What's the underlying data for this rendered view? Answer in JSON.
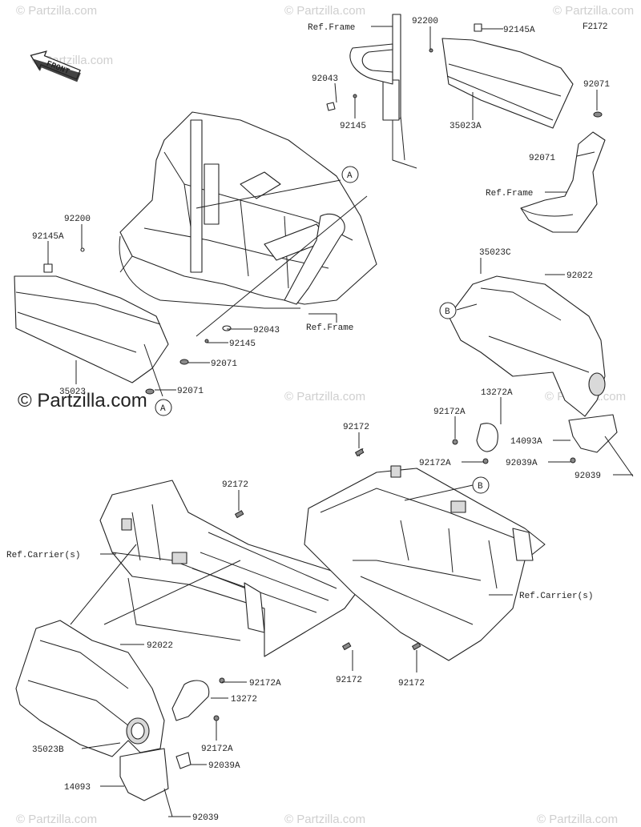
{
  "figure_id": "F2172",
  "brand": "© Partzilla.com",
  "watermark": "© Partzilla.com",
  "front_label": "FRONT",
  "callouts": {
    "A": "A",
    "B": "B"
  },
  "labels": {
    "ref_frame": "Ref.Frame",
    "ref_carriers": "Ref.Carrier(s)",
    "p92200": "92200",
    "p92145A": "92145A",
    "p92043": "92043",
    "p92145": "92145",
    "p35023A": "35023A",
    "p92071": "92071",
    "p35023": "35023",
    "p35023C": "35023C",
    "p92022": "92022",
    "p13272A": "13272A",
    "p92172A": "92172A",
    "p14093A": "14093A",
    "p92039A": "92039A",
    "p92039": "92039",
    "p92172": "92172",
    "p13272": "13272",
    "p35023B": "35023B",
    "p14093": "14093"
  }
}
